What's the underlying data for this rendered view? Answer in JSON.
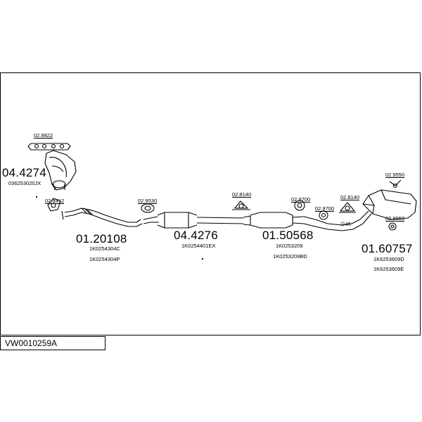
{
  "diagram_code": "VW0010259A",
  "parts": [
    {
      "number": "02.9822",
      "refs": []
    },
    {
      "number": "04.4274",
      "refs": [
        "036253020JX"
      ]
    },
    {
      "number": "02.9412",
      "refs": []
    },
    {
      "number": "01.20108",
      "refs": [
        "1K0254304C",
        "1K0254304P"
      ]
    },
    {
      "number": "02.9530",
      "refs": []
    },
    {
      "number": "04.4276",
      "refs": [
        "1K0254401EX"
      ]
    },
    {
      "number": "02.8140",
      "refs": []
    },
    {
      "number": "01.50568",
      "refs": [
        "1K0253209",
        "1K0253209BD"
      ]
    },
    {
      "number": "02.9700",
      "refs": []
    },
    {
      "number": "02.9700",
      "refs": []
    },
    {
      "number": "02.8140",
      "refs": []
    },
    {
      "number": "02.9550",
      "refs": []
    },
    {
      "number": "01.60757",
      "refs": [
        "1K6253609D",
        "1K6253609E"
      ]
    },
    {
      "number": "02.9559",
      "refs": []
    }
  ],
  "angle_note": "∅45"
}
